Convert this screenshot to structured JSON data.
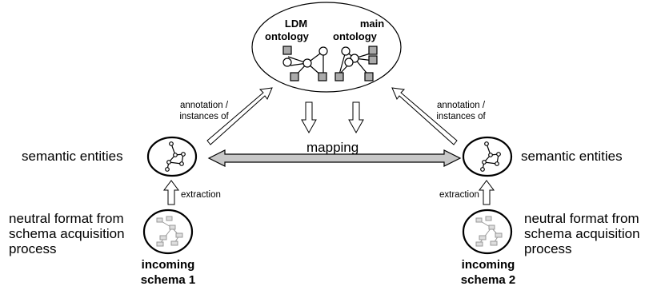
{
  "ontology": {
    "ldm_line1": "LDM",
    "ldm_line2": "ontology",
    "main_line1": "main",
    "main_line2": "ontology"
  },
  "left": {
    "annotation_line1": "annotation /",
    "annotation_line2": "instances of",
    "semantic_label": "semantic entities",
    "extraction_label": "extraction",
    "neutral_line1": "neutral format from",
    "neutral_line2": "schema acquisition",
    "neutral_line3": "process",
    "schema_line1": "incoming",
    "schema_line2": "schema 1"
  },
  "right": {
    "annotation_line1": "annotation /",
    "annotation_line2": "instances of",
    "semantic_label": "semantic entities",
    "extraction_label": "extraction",
    "neutral_line1": "neutral format from",
    "neutral_line2": "schema acquisition",
    "neutral_line3": "process",
    "schema_line1": "incoming",
    "schema_line2": "schema 2"
  },
  "mapping_label": "mapping",
  "colors": {
    "line": "#000000",
    "node_fill": "#aaaaaa",
    "arrow_fill": "#c8c8c8",
    "faint_tree": "#999999"
  }
}
